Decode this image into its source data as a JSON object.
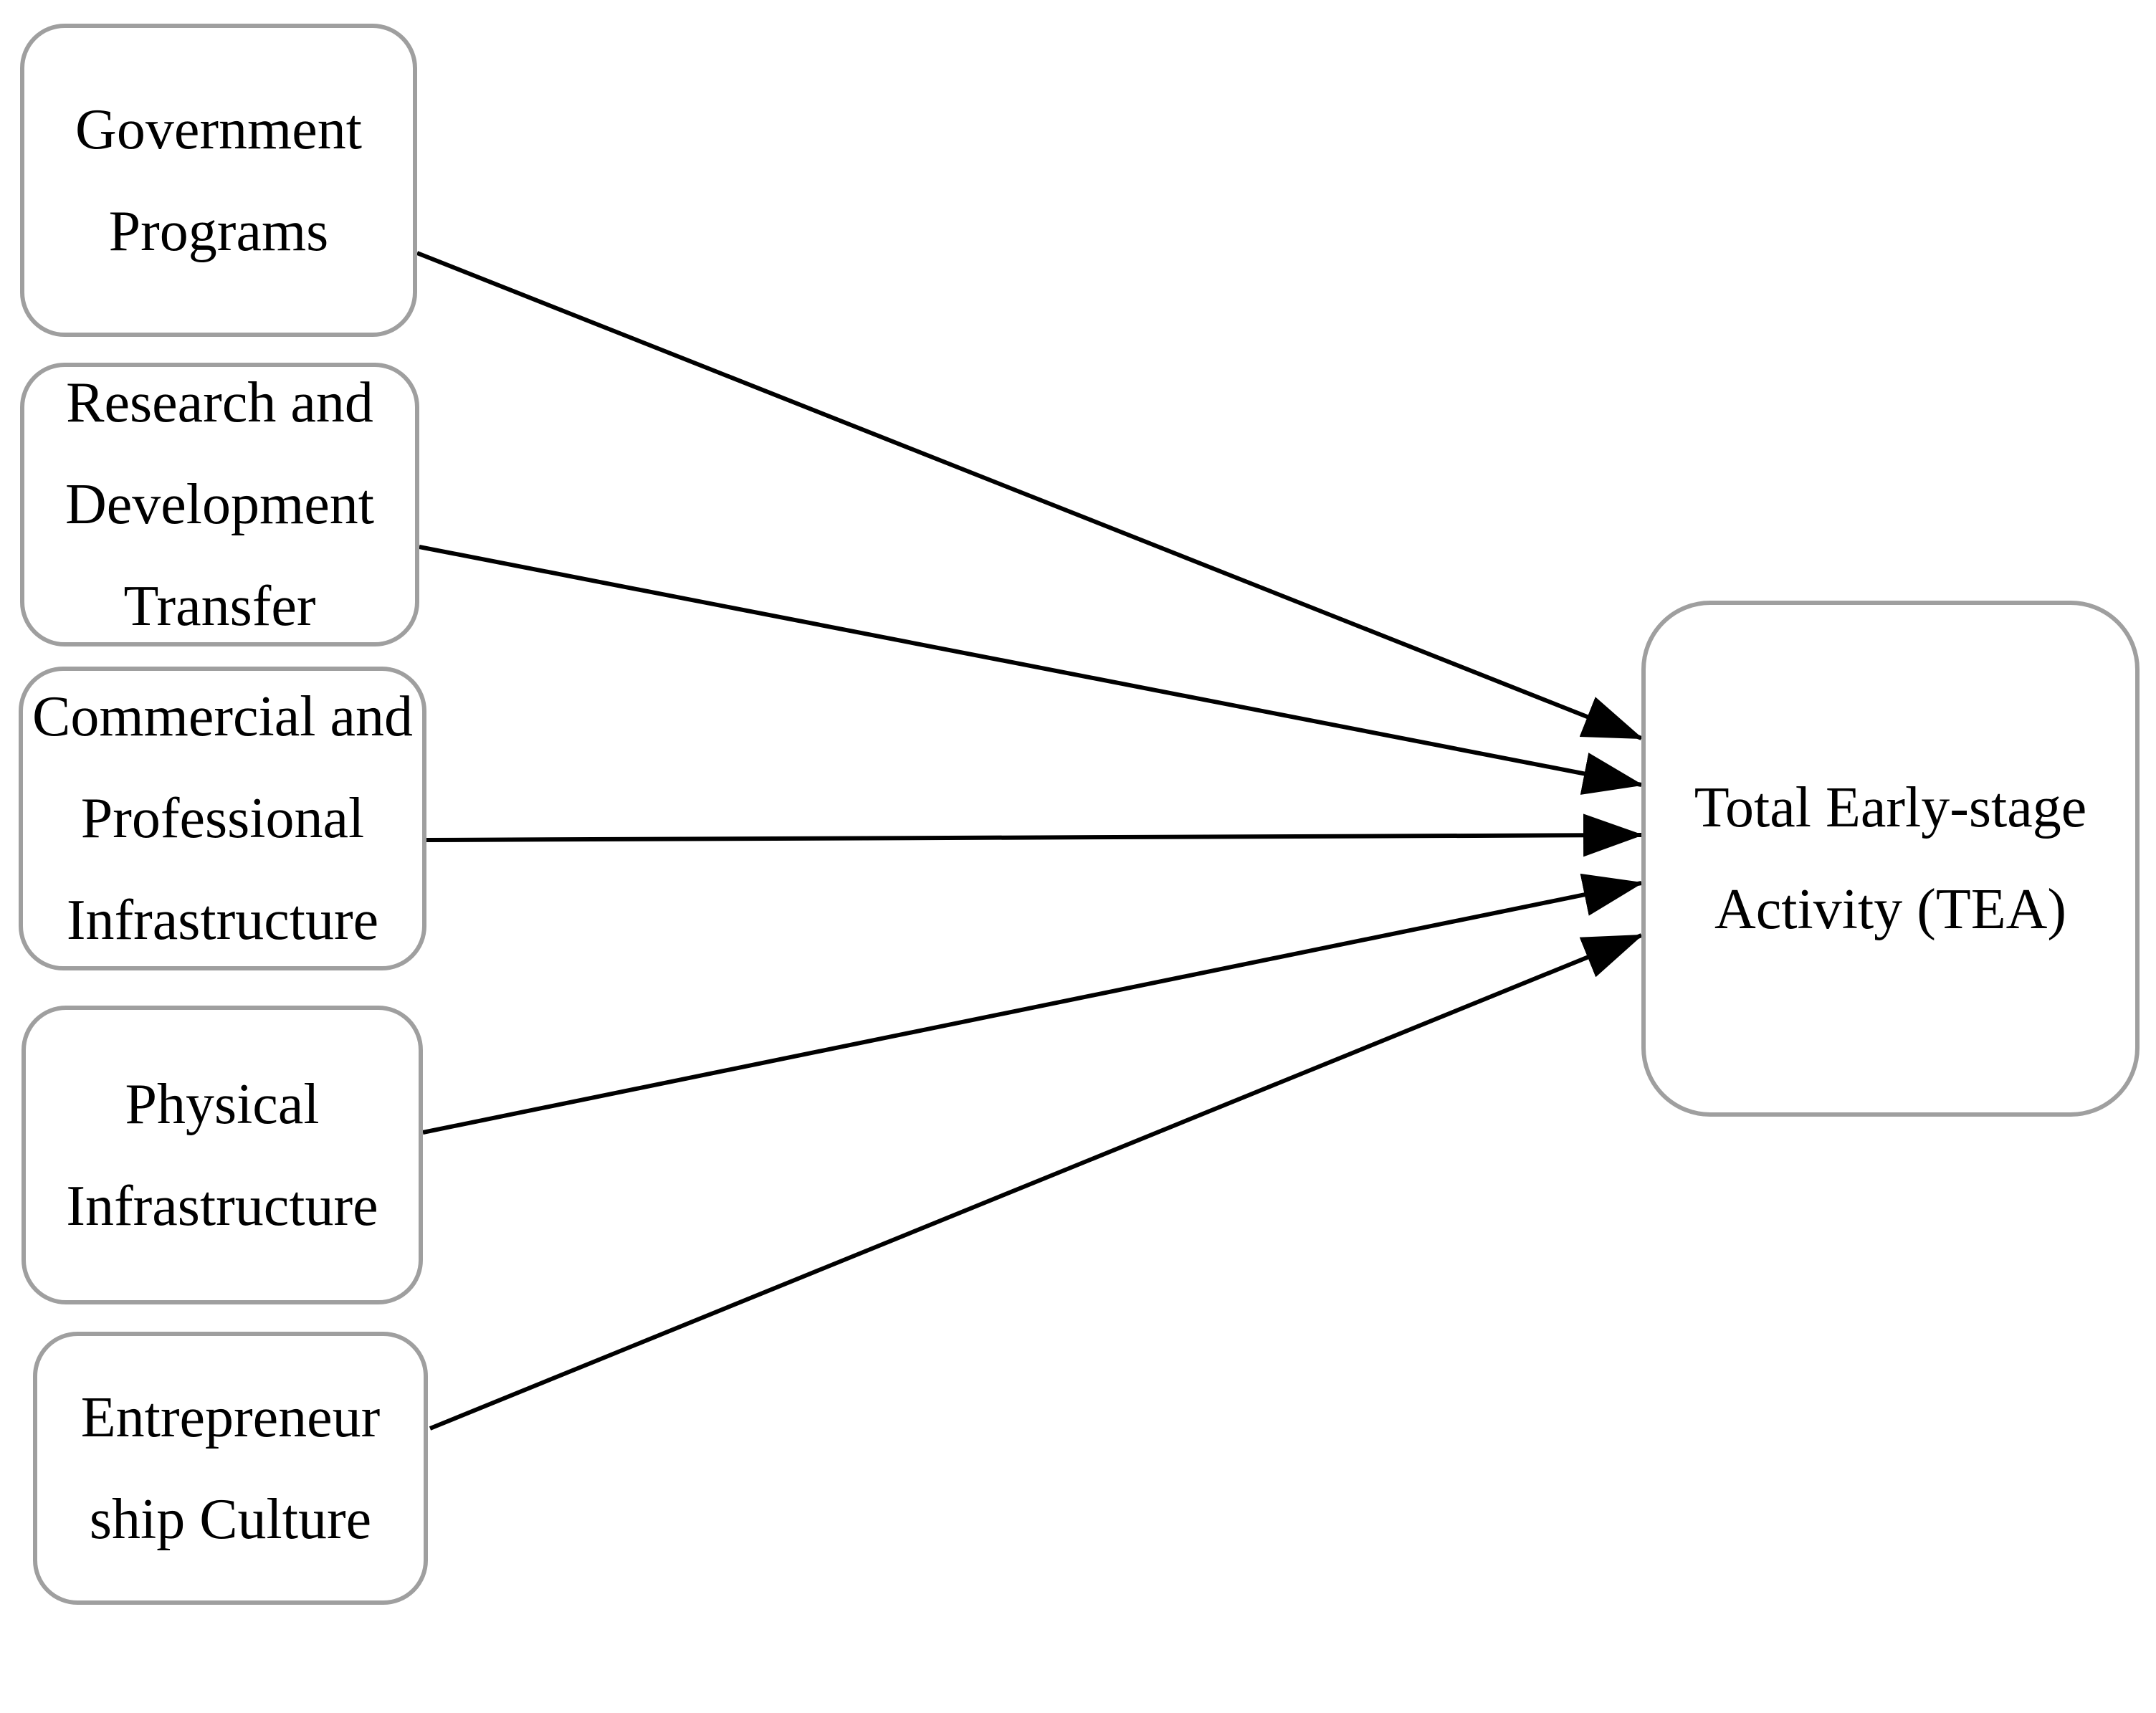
{
  "figure": {
    "type": "path-diagram",
    "background_color": "#ffffff",
    "box_border_color": "#9f9f9f",
    "text_color": "#000000",
    "arrow_color": "#000000"
  },
  "factors": [
    {
      "id": "government-programs",
      "label": "Government Programs",
      "lines": [
        "Government",
        "Programs"
      ]
    },
    {
      "id": "research-and-development-transfer",
      "label": "Research and Development Transfer",
      "lines": [
        "Research and",
        "Development",
        "Transfer"
      ]
    },
    {
      "id": "commercial-and-professional-infrastructure",
      "label": "Commercial and Professional Infrastructure",
      "lines": [
        "Commercial and",
        "Professional",
        "Infrastructure"
      ]
    },
    {
      "id": "physical-infrastructure",
      "label": "Physical Infrastructure",
      "lines": [
        "Physical",
        "Infrastructure"
      ]
    },
    {
      "id": "entrepreneurship-culture",
      "label": "Entrepreneurship Culture",
      "lines": [
        "Entrepreneur",
        "ship Culture"
      ]
    }
  ],
  "outcome": {
    "id": "total-early-stage-activity",
    "label": "Total Early-stage Activity (TEA)",
    "lines": [
      "Total Early-stage",
      "Activity (TEA)"
    ]
  },
  "arrows": [
    {
      "from": "government-programs",
      "to": "total-early-stage-activity"
    },
    {
      "from": "research-and-development-transfer",
      "to": "total-early-stage-activity"
    },
    {
      "from": "commercial-and-professional-infrastructure",
      "to": "total-early-stage-activity"
    },
    {
      "from": "physical-infrastructure",
      "to": "total-early-stage-activity"
    },
    {
      "from": "entrepreneurship-culture",
      "to": "total-early-stage-activity"
    }
  ]
}
